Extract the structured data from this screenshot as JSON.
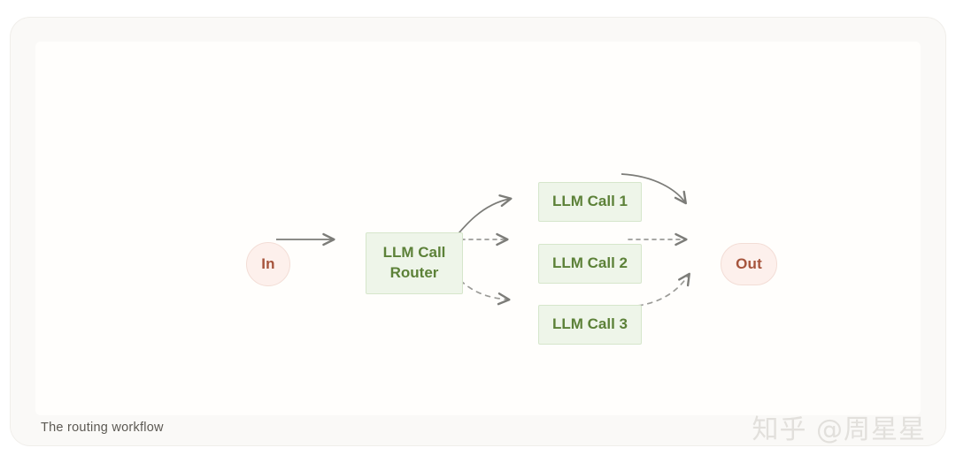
{
  "figure": {
    "caption": "The routing workflow",
    "watermark": "知乎 @周星星",
    "colors": {
      "page_background": "#ffffff",
      "card_background": "#faf9f7",
      "panel_background": "#fffefc",
      "io_fill": "#fdf0ec",
      "io_border": "#f3ddd6",
      "io_text": "#a6543c",
      "llm_fill": "#eef5e9",
      "llm_border": "#d6e6cb",
      "llm_text": "#5c8138",
      "arrow": "#7c7c78",
      "caption_text": "#5c5953",
      "watermark_text": "#e2e0dc"
    }
  },
  "diagram": {
    "type": "flow-diagram",
    "title": "The routing workflow",
    "nodes": [
      {
        "id": "in",
        "label": "In",
        "shape": "circle",
        "kind": "io"
      },
      {
        "id": "router",
        "label": "LLM Call\nRouter",
        "line1": "LLM Call",
        "line2": "Router",
        "shape": "rectangle",
        "kind": "llm"
      },
      {
        "id": "call1",
        "label": "LLM Call 1",
        "shape": "rectangle",
        "kind": "llm"
      },
      {
        "id": "call2",
        "label": "LLM Call 2",
        "shape": "rectangle",
        "kind": "llm"
      },
      {
        "id": "call3",
        "label": "LLM Call 3",
        "shape": "rectangle",
        "kind": "llm"
      },
      {
        "id": "out",
        "label": "Out",
        "shape": "rounded-rectangle",
        "kind": "io"
      }
    ],
    "edges": [
      {
        "from": "in",
        "to": "router",
        "style": "solid",
        "curve": "straight"
      },
      {
        "from": "router",
        "to": "call1",
        "style": "solid",
        "curve": "up"
      },
      {
        "from": "router",
        "to": "call2",
        "style": "dashed",
        "curve": "straight"
      },
      {
        "from": "router",
        "to": "call3",
        "style": "dashed",
        "curve": "down"
      },
      {
        "from": "call1",
        "to": "out",
        "style": "solid",
        "curve": "down"
      },
      {
        "from": "call2",
        "to": "out",
        "style": "dashed",
        "curve": "straight"
      },
      {
        "from": "call3",
        "to": "out",
        "style": "dashed",
        "curve": "up"
      }
    ]
  }
}
